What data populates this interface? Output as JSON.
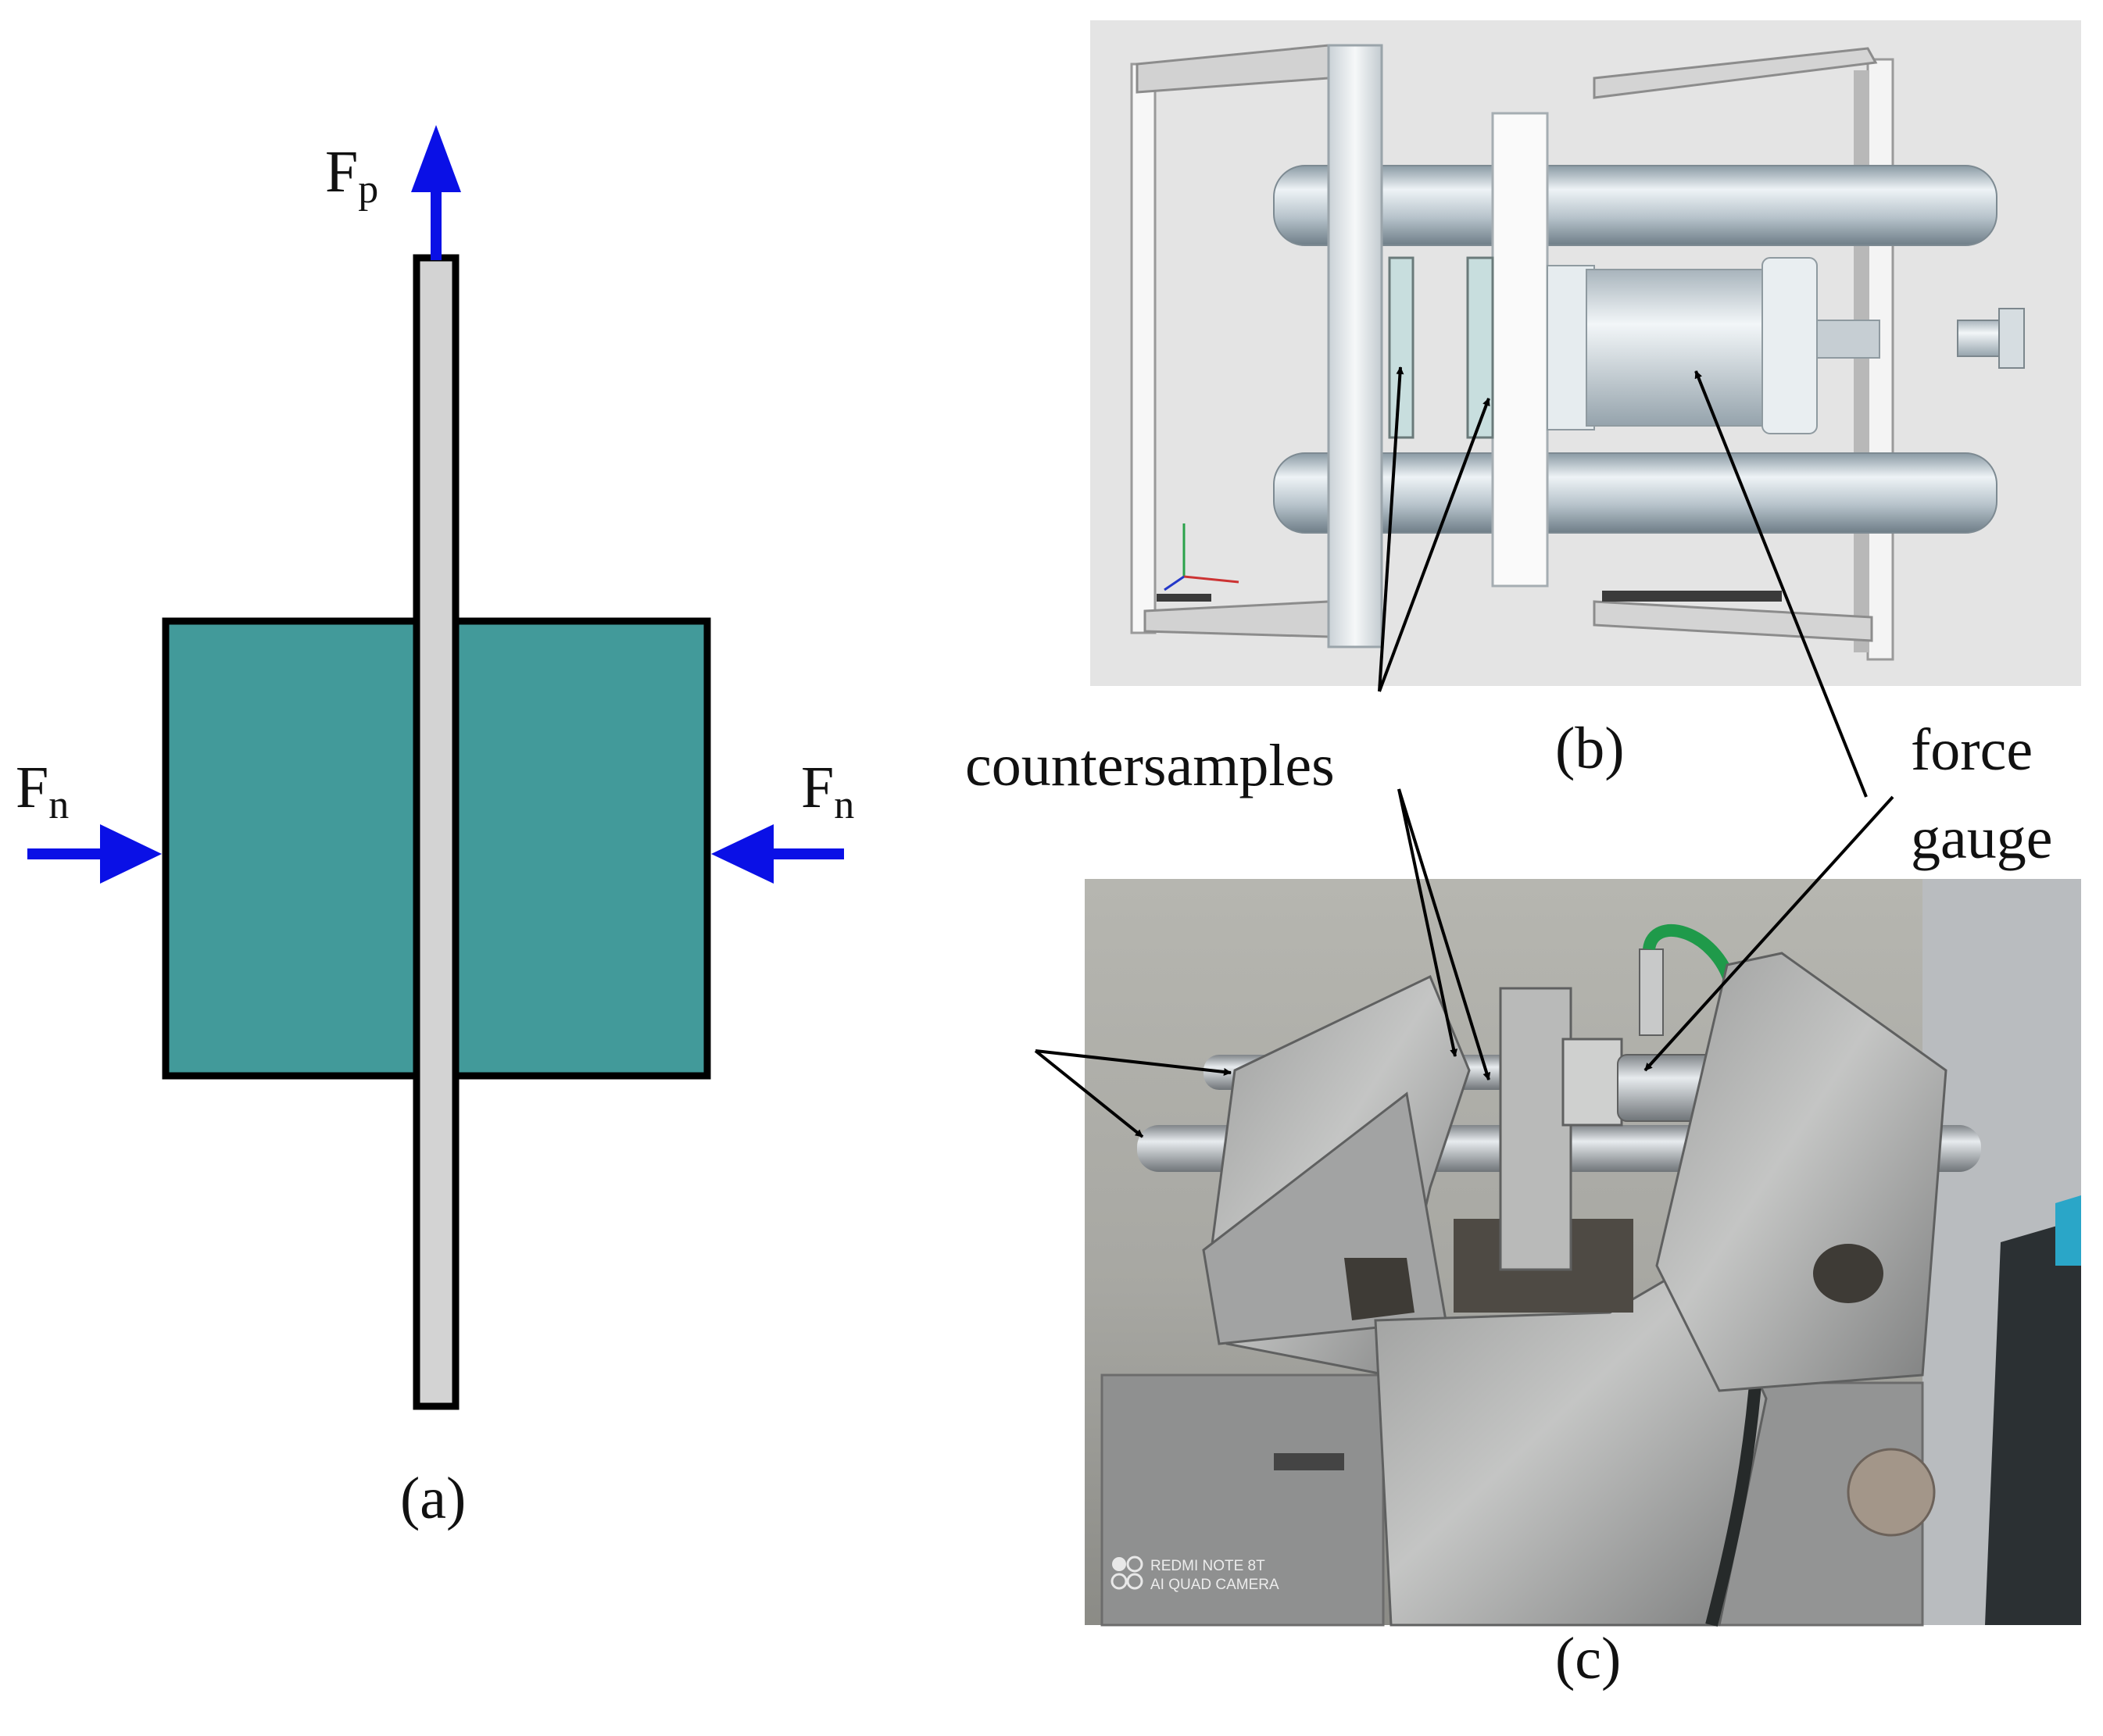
{
  "panels": {
    "a": {
      "caption": "(a)"
    },
    "b": {
      "caption": "(b)"
    },
    "c": {
      "caption": "(c)"
    }
  },
  "forces": {
    "pull": {
      "symbol": "F",
      "subscript": "p"
    },
    "normal": {
      "symbol": "F",
      "subscript": "n"
    }
  },
  "callouts": {
    "countersamples": "countersamples",
    "force_gauge_line1": "force",
    "force_gauge_line2": "gauge"
  },
  "photo_watermark": {
    "line1": "REDMI NOTE 8T",
    "line2": "AI QUAD CAMERA"
  },
  "colors": {
    "block": "#429a9a",
    "strip": "#d3d3d3",
    "force_arrow": "#0a10e6",
    "outline": "#000000",
    "render_bg": "#e4e4e4"
  }
}
